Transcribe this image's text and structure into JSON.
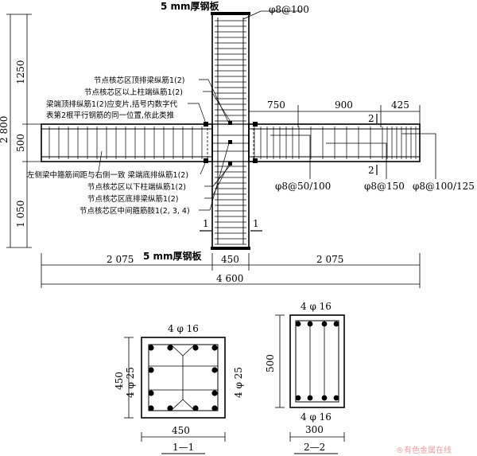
{
  "labels": {
    "plate_top": "5 mm厚钢板",
    "plate_bottom": "5 mm厚钢板",
    "col_stirrup": "φ8@100",
    "callouts_left": [
      "节点核芯区顶排梁纵筋1(2)",
      "节点核芯区以上柱端纵筋1(2)",
      "梁端顶排纵筋1(2)应变片,括号内数字代",
      "表第2根平行钢筋的同一位置,依此类推"
    ],
    "callouts_below": [
      "左侧梁中箍筋间距与右侧一致 梁端底排纵筋1(2)",
      "节点核芯区以下柱端纵筋1(2)",
      "节点核芯区底排梁纵筋1(2)",
      "节点核芯区中间箍筋肢1(2, 3, 4)"
    ],
    "beam_stirrups": [
      "φ8@50/100",
      "φ8@150",
      "φ8@100/125"
    ],
    "section_mark_1": "1",
    "section_mark_2": "2",
    "section_1_title": "1—1",
    "section_2_title": "2—2",
    "sec1_top_bars": "4 φ 16",
    "sec1_left_bars": "4 φ 25",
    "sec1_right_bars": "4 φ 25",
    "sec2_top_bars": "4 φ 16",
    "sec2_bottom_bars": "4 φ 16",
    "watermark": "®有色金属在线"
  },
  "dimensions": {
    "left_total": "2 800",
    "left_upper": "1250",
    "left_mid": "500",
    "left_lower": "1 050",
    "right_seg1": "750",
    "right_seg2": "900",
    "right_seg3": "425",
    "bottom_left": "2 075",
    "bottom_mid": "450",
    "bottom_right": "2 075",
    "bottom_total": "4 600",
    "sec1_height": "450",
    "sec1_width": "450",
    "sec2_height": "500",
    "sec2_width": "300"
  }
}
